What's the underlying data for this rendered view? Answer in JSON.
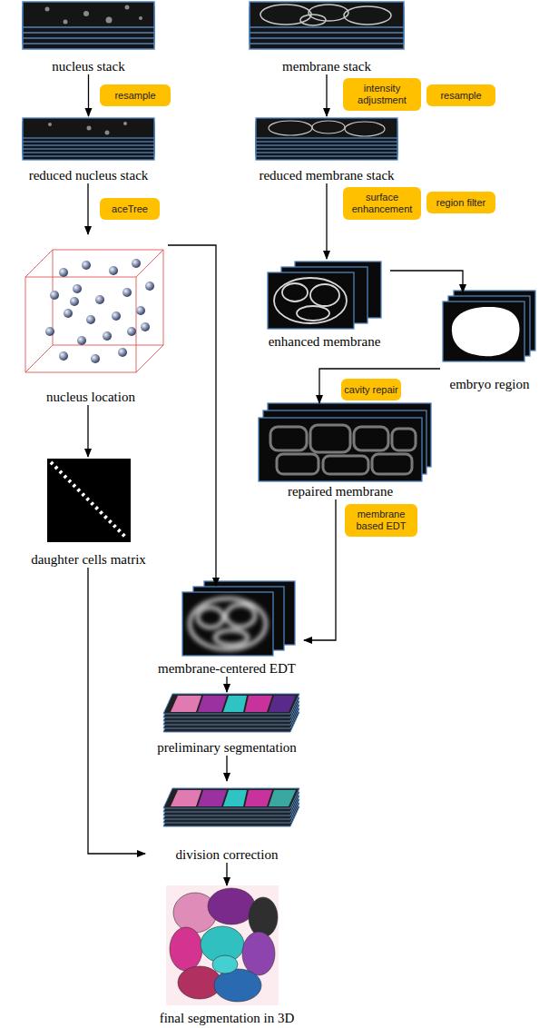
{
  "diagram": {
    "nodes": [
      {
        "text": [
          "nucleus stack"
        ]
      },
      {
        "text": [
          "membrane stack"
        ]
      },
      {
        "text": [
          "resample"
        ]
      },
      {
        "text": [
          "intensity adjustment"
        ]
      },
      {
        "text": [
          "resample"
        ]
      },
      {
        "text": [
          "reduced nucleus stack"
        ]
      },
      {
        "text": [
          "reduced membrane stack"
        ]
      },
      {
        "text": [
          "aceTree"
        ]
      },
      {
        "text": [
          "surface enhancement"
        ]
      },
      {
        "text": [
          "region filter"
        ]
      },
      {
        "text": [
          "nucleus location"
        ]
      },
      {
        "text": [
          "enhanced membrane"
        ]
      },
      {
        "text": [
          "embryo region"
        ]
      },
      {
        "text": [
          "cavity repair"
        ]
      },
      {
        "text": [
          "repaired membrane"
        ]
      },
      {
        "text": [
          "daughter cells matrix"
        ]
      },
      {
        "text": [
          "membrane based EDT"
        ]
      },
      {
        "text": [
          "membrane-centered EDT"
        ]
      },
      {
        "text": [
          "preliminary segmentation"
        ]
      },
      {
        "text": [
          "division correction"
        ]
      },
      {
        "text": [
          "final segmentation in 3D"
        ]
      }
    ],
    "edges": [
      {
        "from": 0,
        "to": 5,
        "arrow": "to"
      },
      {
        "from": 1,
        "to": 6,
        "arrow": "to"
      },
      {
        "from": 5,
        "to": 10,
        "arrow": "to"
      },
      {
        "from": 6,
        "to": 11,
        "arrow": "to"
      },
      {
        "from": 10,
        "to": 17,
        "arrow": "to"
      },
      {
        "from": 10,
        "to": 15,
        "arrow": "to"
      },
      {
        "from": 11,
        "to": 12,
        "arrow": "to"
      },
      {
        "from": 12,
        "to": 14,
        "arrow": "to"
      },
      {
        "from": 14,
        "to": 17,
        "arrow": "to"
      },
      {
        "from": 17,
        "to": 18,
        "arrow": "to"
      },
      {
        "from": 18,
        "to": 19,
        "arrow": "to"
      },
      {
        "from": 15,
        "to": 19,
        "arrow": "to"
      },
      {
        "from": 19,
        "to": 20,
        "arrow": "to"
      }
    ]
  }
}
